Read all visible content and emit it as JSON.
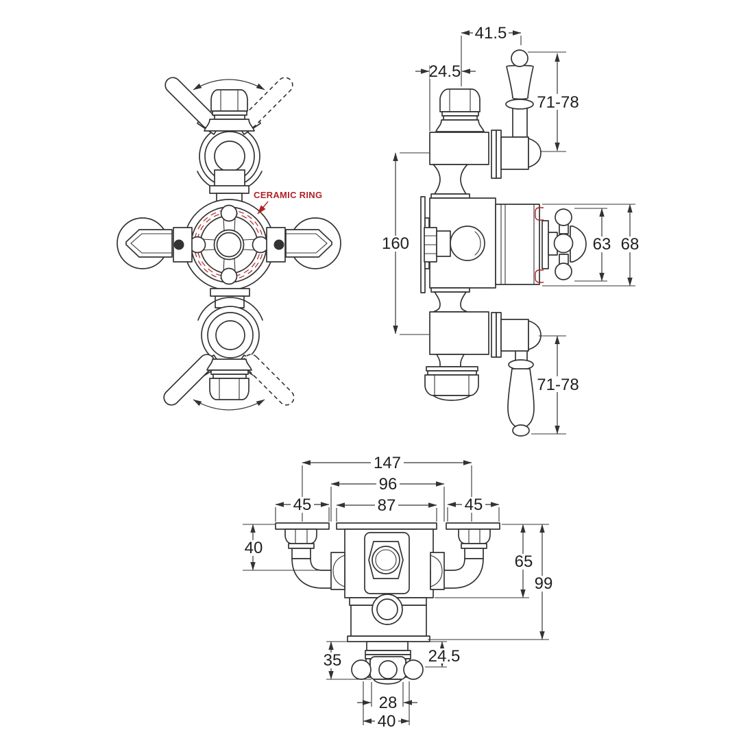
{
  "colors": {
    "line": "#333333",
    "dimension_text": "#1f1f1f",
    "annotation_red": "#b02125",
    "background": "#ffffff"
  },
  "front_view": {
    "labels": {
      "ceramic_ring": "CERAMIC RING"
    }
  },
  "side_view": {
    "dims": {
      "top_handle_offset": "41.5",
      "top_nut_offset": "24.5",
      "top_handle_length": "71-78",
      "outlet_spacing": "160",
      "crosshead_span": "63",
      "body_depth": "68",
      "bottom_handle_length": "71-78"
    }
  },
  "plan_view": {
    "dims": {
      "inlet_centres": "147",
      "body_overall_width": "96",
      "faceplate_width": "87",
      "left_flange_width": "45",
      "right_flange_width": "45",
      "wall_to_pipe_depth": "40",
      "wall_to_body_depth": "65",
      "overall_depth": "99",
      "spindle_projection": "35",
      "crosshead_offset": "24.5",
      "crosshead_hub_width": "28",
      "spindle_plate_width": "40"
    }
  }
}
